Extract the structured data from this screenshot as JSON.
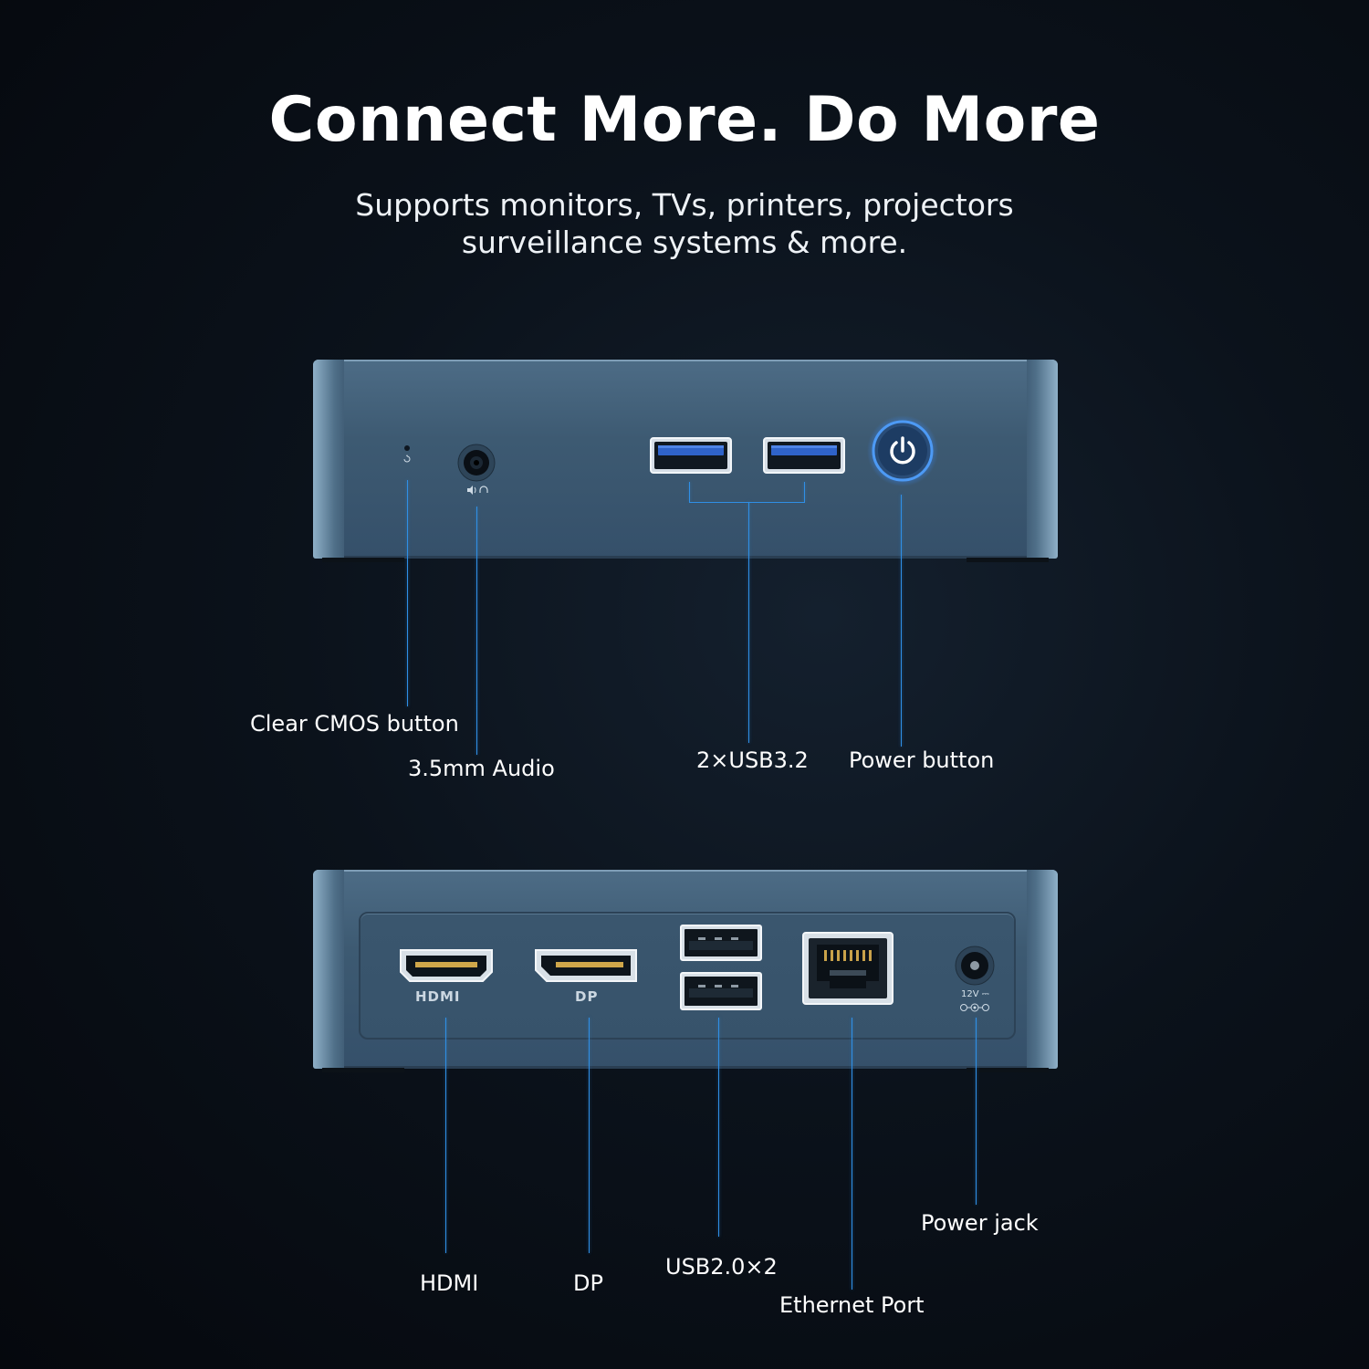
{
  "heading": {
    "title": "Connect More. Do More",
    "subtitle_line1": "Supports monitors, TVs, printers, projectors",
    "subtitle_line2": "surveillance systems & more."
  },
  "front_panel": {
    "labels": {
      "clear_cmos": "Clear CMOS button",
      "audio": "3.5mm Audio",
      "usb32": "2×USB3.2",
      "power_button": "Power button"
    }
  },
  "rear_panel": {
    "port_markings": {
      "hdmi": "HDMI",
      "dp": "DP",
      "dc_voltage": "12V ⎓"
    },
    "labels": {
      "hdmi": "HDMI",
      "dp": "DP",
      "usb20": "USB2.0×2",
      "ethernet": "Ethernet Port",
      "power_jack": "Power jack"
    }
  },
  "colors": {
    "accent": "#2f8fe6",
    "usb3_blue": "#2f63c9",
    "device_blue": "#3d5a72"
  }
}
